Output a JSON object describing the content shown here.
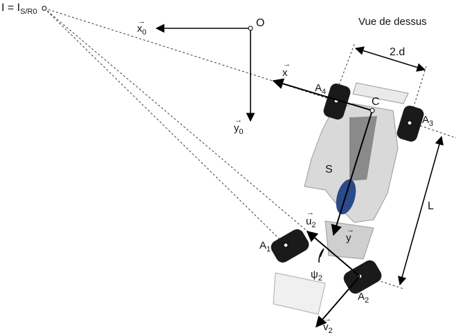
{
  "labels": {
    "icr_main": "I = I",
    "icr_sub": "S/R0",
    "origin": "O",
    "x0": "x",
    "x0_sub": "0",
    "y0": "y",
    "y0_sub": "0",
    "view": "Vue de dessus",
    "track": "2.d",
    "x": "x",
    "c": "C",
    "a4": "A",
    "a4_sub": "4",
    "a3": "A",
    "a3_sub": "3",
    "s": "S",
    "l": "L",
    "u2": "u",
    "u2_sub": "2",
    "y": "y",
    "a1": "A",
    "a1_sub": "1",
    "psi2": "ψ",
    "psi2_sub": "2",
    "a2": "A",
    "a2_sub": "2",
    "v2": "v",
    "v2_sub": "2"
  },
  "colors": {
    "ink": "#000000",
    "tire": "#1a1a1a",
    "car_body": "#d9d9d9",
    "car_dark": "#6b6b6b",
    "helmet": "#2a4a8a"
  },
  "icons": {
    "vector_arrow_glyph": "→"
  }
}
